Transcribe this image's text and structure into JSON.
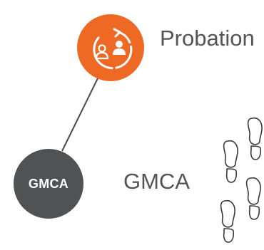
{
  "colors": {
    "probation_circle": "#EE6A24",
    "gmca_circle": "#505254",
    "connector": "#4a4a4a",
    "label_text": "#555555",
    "footprint_stroke": "#3a3a3a"
  },
  "nodes": {
    "probation": {
      "icon": "person-cycle-icon",
      "label": "Probation"
    },
    "gmca": {
      "circle_text": "GMCA",
      "label": "GMCA"
    }
  },
  "decoration": {
    "icon": "footprints-icon"
  }
}
